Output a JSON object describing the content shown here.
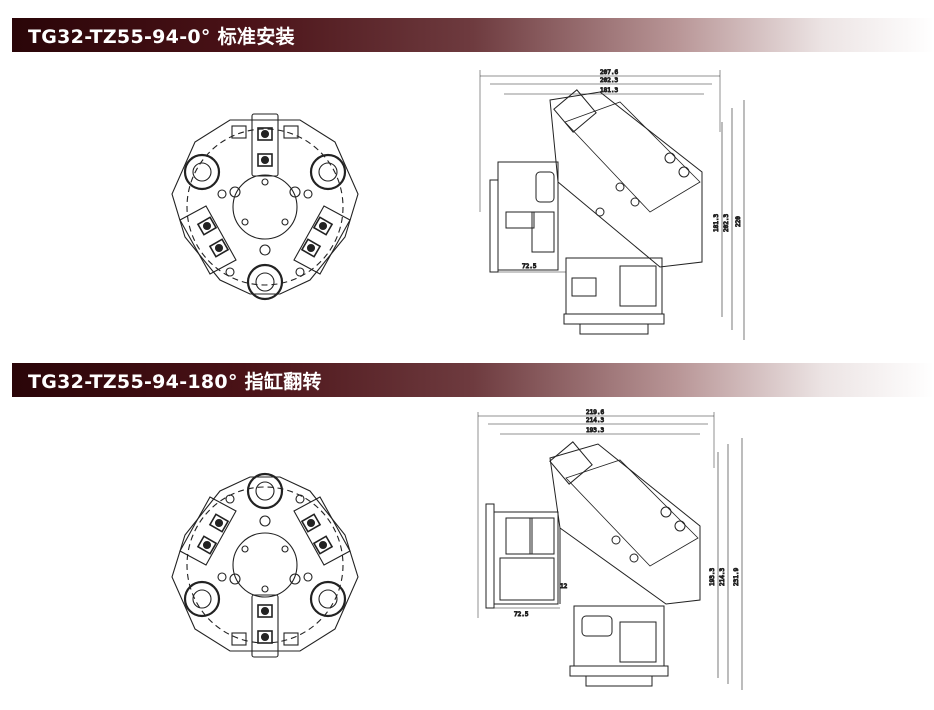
{
  "sections": [
    {
      "title": "TG32-TZ55-94-0° 标准安装",
      "dims": {
        "w1": "207.6",
        "w2": "202.3",
        "w3": "181.3",
        "base": "72.5",
        "h1": "181.3",
        "h2": "202.3",
        "h3": "220"
      }
    },
    {
      "title": "TG32-TZ55-94-180° 指缸翻转",
      "dims": {
        "w1": "219.6",
        "w2": "214.3",
        "w3": "193.3",
        "base": "72.5",
        "extra": "12",
        "h1": "193.3",
        "h2": "214.3",
        "h3": "231.9"
      }
    }
  ],
  "colors": {
    "banner_dark": "#2a0508",
    "banner_mid": "#6e3b3f",
    "line": "#222222"
  }
}
